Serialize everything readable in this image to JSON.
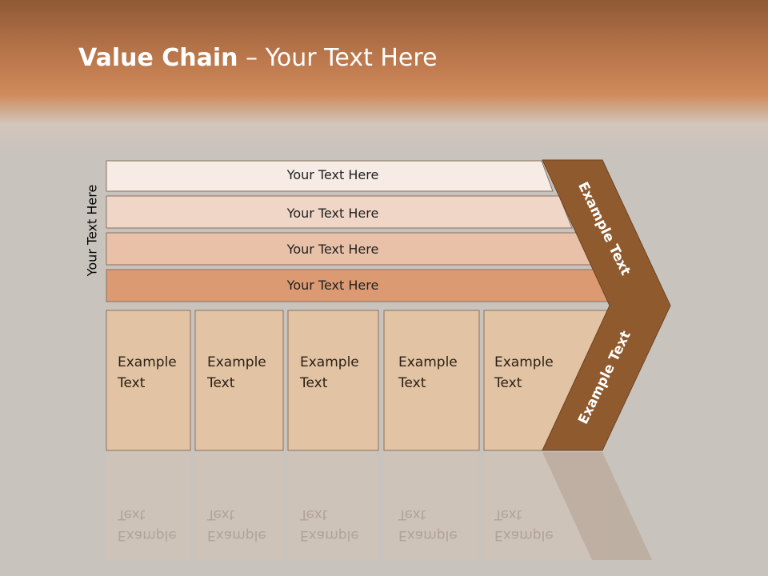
{
  "title": {
    "bold": "Value Chain",
    "rest": " – Your Text Here"
  },
  "vertical_label": "Your Text Here",
  "bands": [
    "Your Text Here",
    "Your Text Here",
    "Your Text Here",
    "Your Text Here"
  ],
  "cells": [
    "Example\nText",
    "Example\nText",
    "Example\nText",
    "Example\nText",
    "Example\nText"
  ],
  "chevron_top": "Example Text",
  "chevron_bottom": "Example Text",
  "colors": {
    "band1": "#f6ebe5",
    "band2": "#f0d6c6",
    "band3": "#e9c1a8",
    "band4": "#dc9a73",
    "cell": "#e2c4a4",
    "chevron": "#8f5a2e",
    "header": "#c27b4f"
  }
}
